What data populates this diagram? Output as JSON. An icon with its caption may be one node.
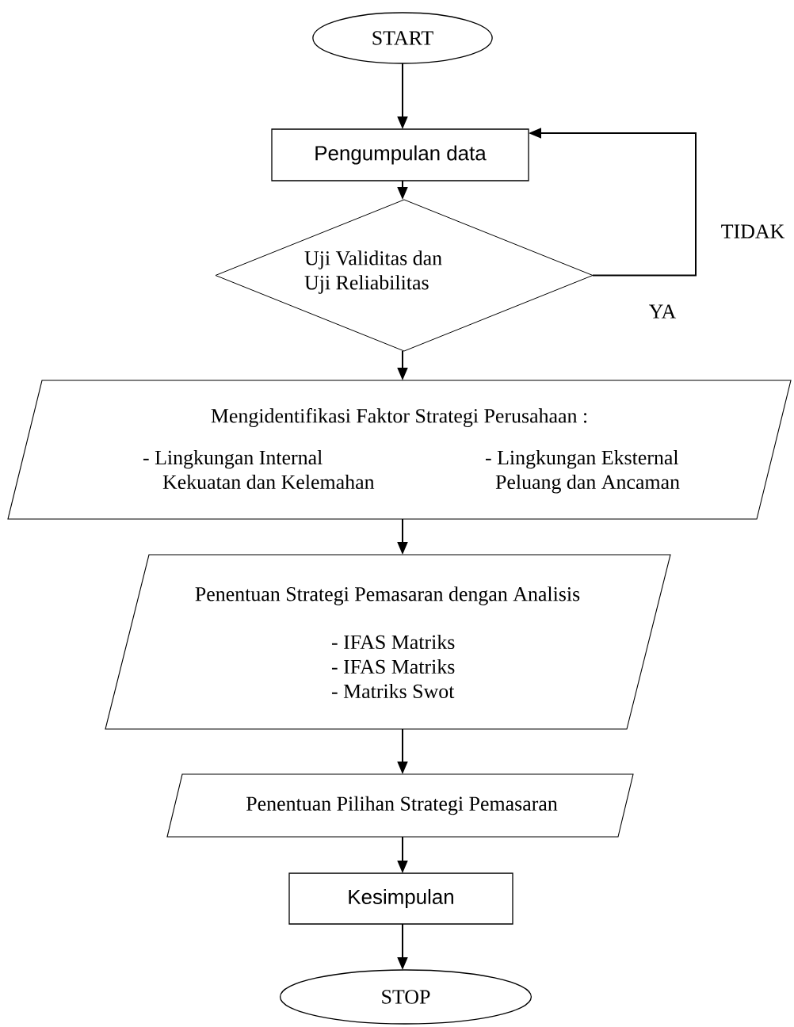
{
  "diagram": {
    "nodes": [
      {
        "text": [
          "START"
        ]
      },
      {
        "text": [
          "Pengumpulan data"
        ]
      },
      {
        "text": [
          "Uji Validitas dan Uji Reliabilitas"
        ]
      },
      {
        "text": [
          "Mengidentifikasi Faktor Strategi Perusahaan :",
          "- Lingkungan Internal Kekuatan dan Kelemahan",
          "- Lingkungan Eksternal Peluang dan Ancaman"
        ]
      },
      {
        "text": [
          "Penentuan Strategi Pemasaran dengan Analisis",
          "- IFAS Matriks",
          "- IFAS Matriks",
          "- Matriks Swot"
        ]
      },
      {
        "text": [
          "Penentuan Pilihan Strategi Pemasaran"
        ]
      },
      {
        "text": [
          "Kesimpulan"
        ]
      },
      {
        "text": [
          "STOP"
        ]
      }
    ],
    "edges": [
      {
        "from": 0,
        "to": 1,
        "arrow": "to"
      },
      {
        "from": 1,
        "to": 2,
        "arrow": "to"
      },
      {
        "from": 2,
        "to": 1,
        "arrow": "to"
      },
      {
        "from": 2,
        "to": 3,
        "arrow": "to"
      },
      {
        "from": 3,
        "to": 4,
        "arrow": "to"
      },
      {
        "from": 4,
        "to": 5,
        "arrow": "to"
      },
      {
        "from": 5,
        "to": 6,
        "arrow": "to"
      },
      {
        "from": 6,
        "to": 7,
        "arrow": "to"
      }
    ],
    "labels": [
      "TIDAK",
      "YA"
    ]
  }
}
